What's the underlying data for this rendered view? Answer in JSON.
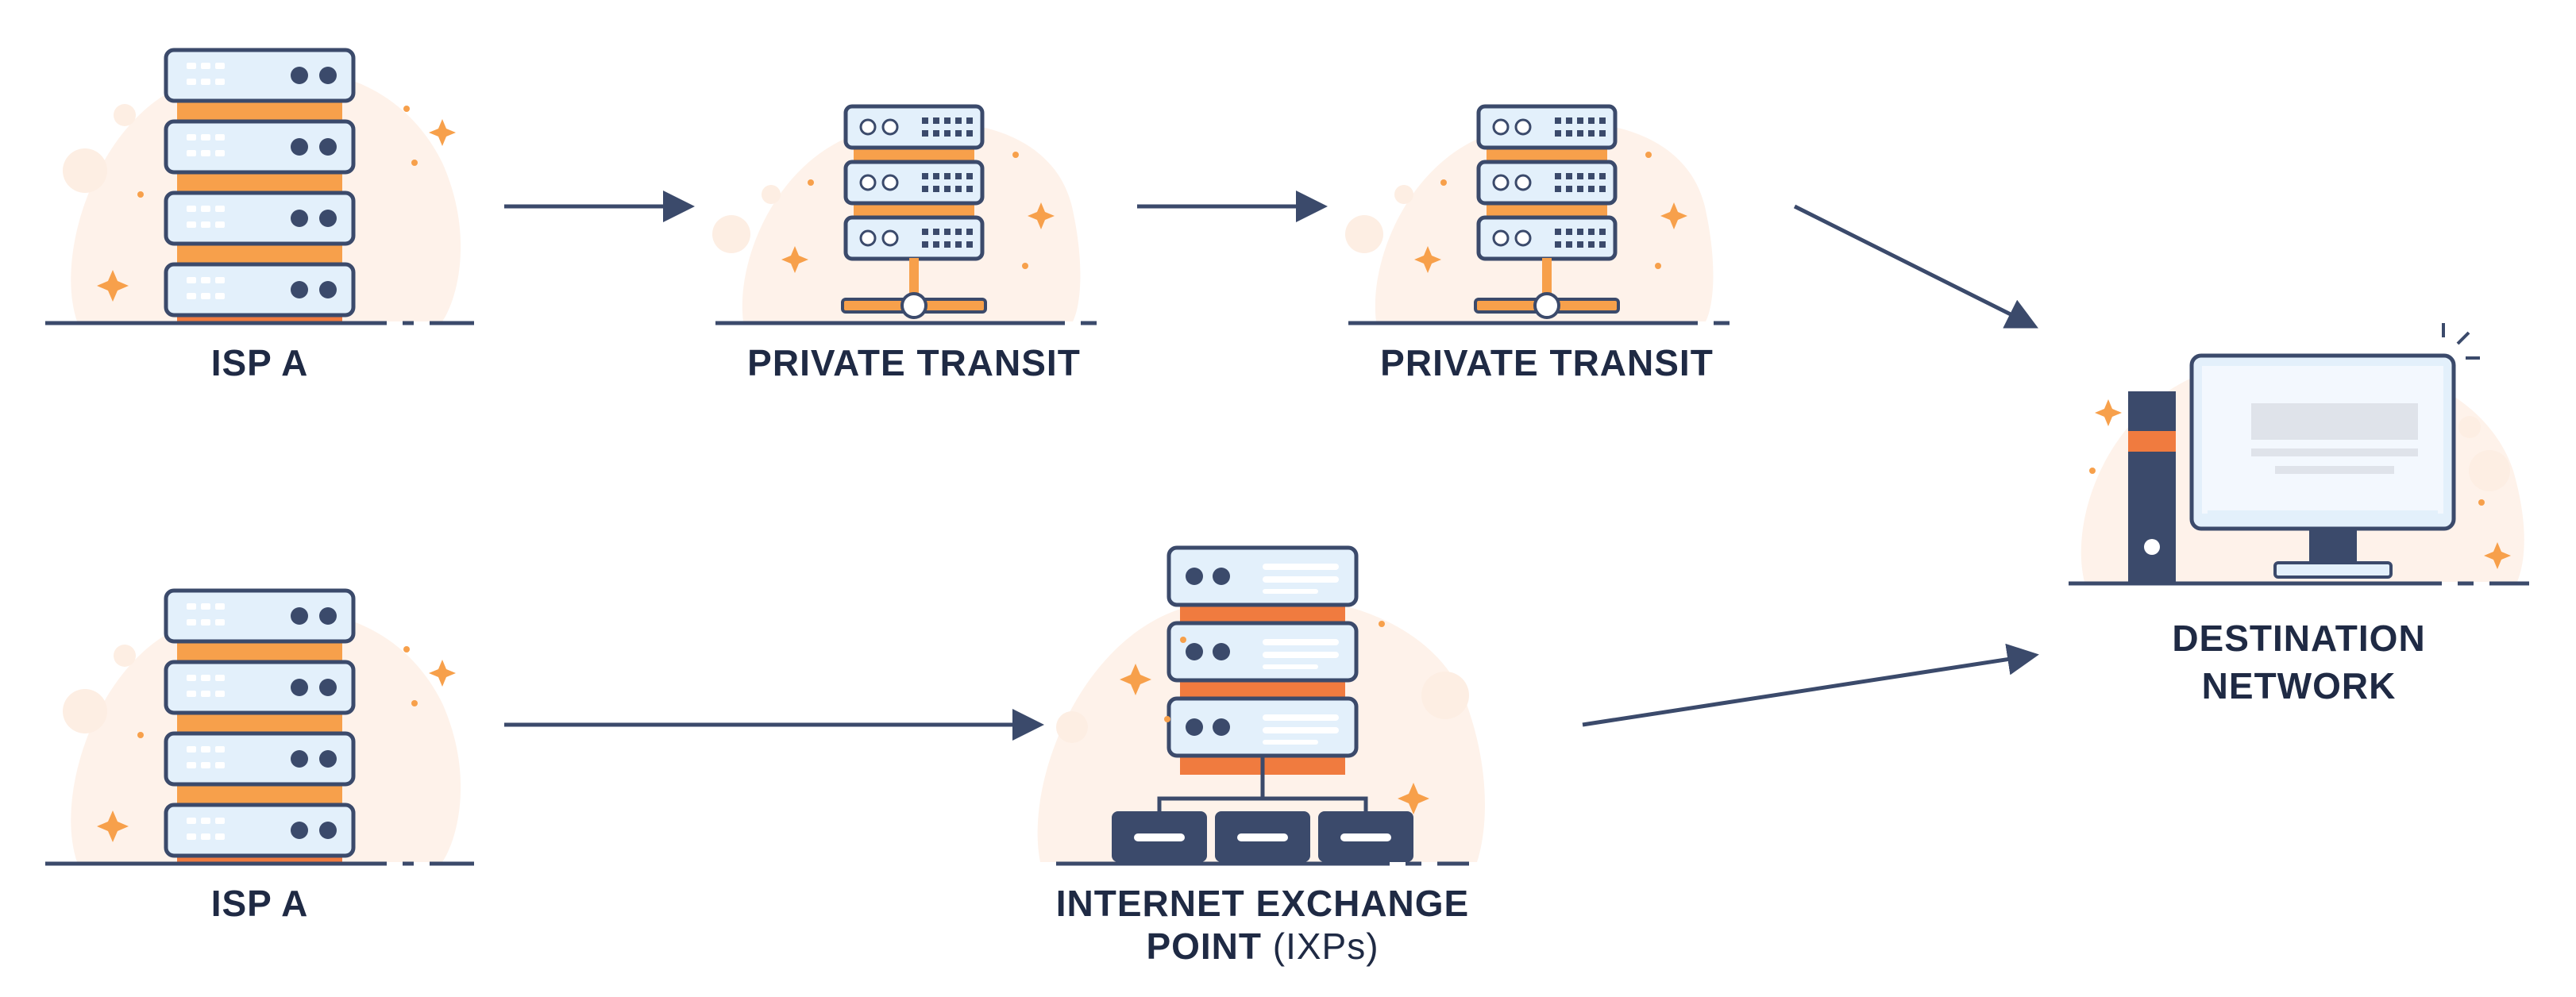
{
  "nodes": {
    "isp_a_top": {
      "label": "ISP A",
      "icon": "server-rack-icon"
    },
    "private_transit_1": {
      "label": "PRIVATE TRANSIT",
      "icon": "server-icon"
    },
    "private_transit_2": {
      "label": "PRIVATE TRANSIT",
      "icon": "server-icon"
    },
    "destination": {
      "label_line1": "DESTINATION",
      "label_line2": "NETWORK",
      "icon": "desktop-computer-icon"
    },
    "isp_a_bottom": {
      "label": "ISP A",
      "icon": "server-rack-icon"
    },
    "ixp": {
      "label_line1": "INTERNET EXCHANGE",
      "label_line2_bold": "POINT",
      "label_line2_light": " (IXPs)",
      "icon": "exchange-server-icon"
    }
  },
  "edges": [
    {
      "from": "isp_a_top",
      "to": "private_transit_1"
    },
    {
      "from": "private_transit_1",
      "to": "private_transit_2"
    },
    {
      "from": "private_transit_2",
      "to": "destination"
    },
    {
      "from": "isp_a_bottom",
      "to": "ixp"
    },
    {
      "from": "ixp",
      "to": "destination"
    }
  ],
  "colors": {
    "navy": "#3b4a6b",
    "panel": "#e3f0fb",
    "orange": "#f7a04b",
    "orange_dark": "#f07b3f",
    "blob": "#fdeee3",
    "text": "#1f2a44"
  }
}
